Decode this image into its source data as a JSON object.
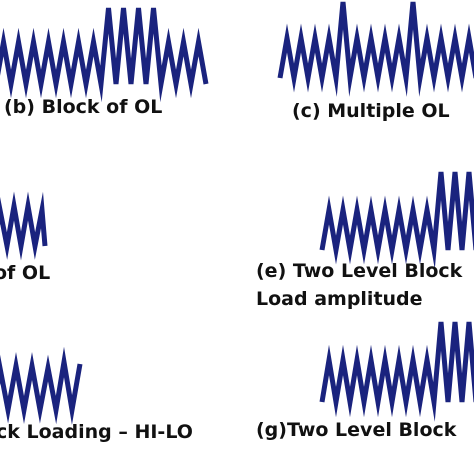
{
  "colors": {
    "wave": "#1a237e",
    "caption": "#111111",
    "background": "#ffffff"
  },
  "captions": {
    "b": "(b) Block of OL",
    "c": "(c) Multiple OL",
    "d": "of OL",
    "e_line1": "(e) Two Level Block",
    "e_line2": "Load amplitude",
    "f": "ck Loading – HI-LO",
    "g": "(g)Two Level Block"
  }
}
